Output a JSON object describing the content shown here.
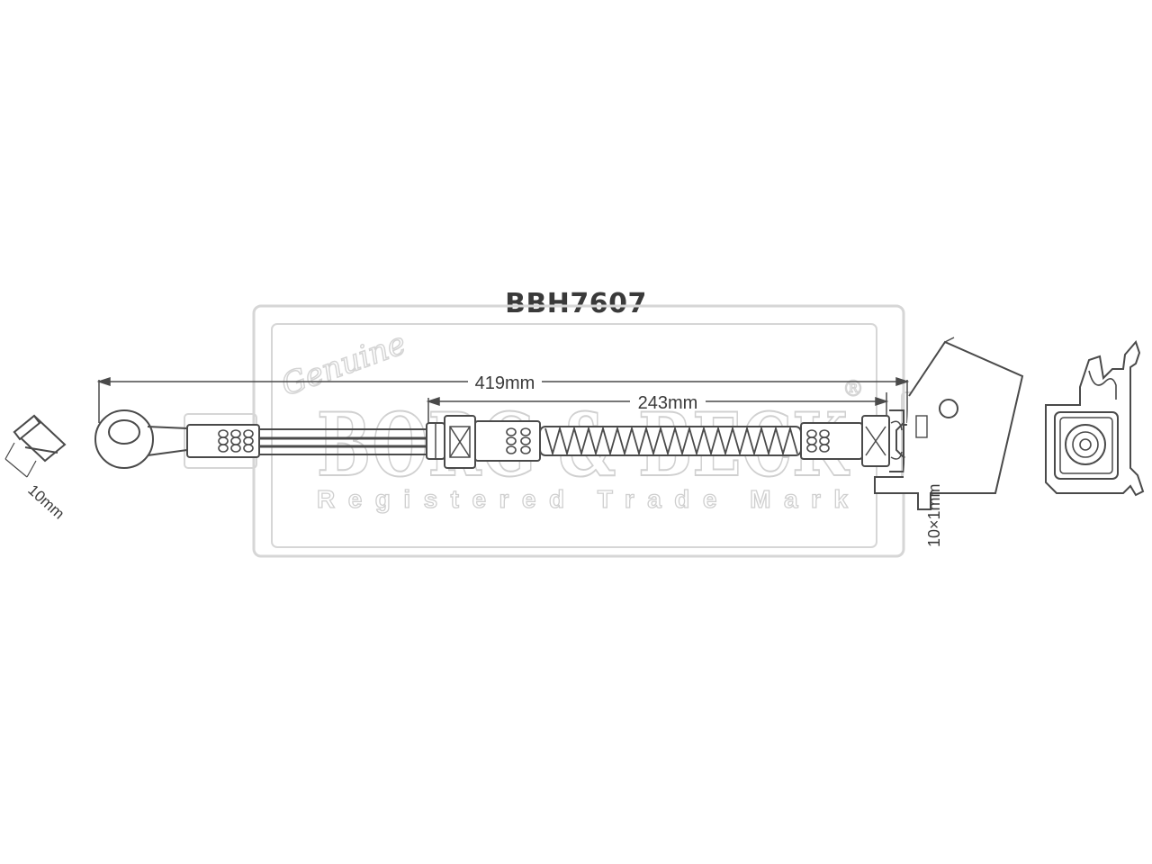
{
  "drawing": {
    "part_number": "BBH7607",
    "dimensions": {
      "overall_length": "419mm",
      "hose_length": "243mm",
      "banjo_width": "10mm",
      "thread": "10×1mm"
    }
  },
  "watermark": {
    "script_word": "Genuine",
    "brand": "BORG & BECK",
    "tagline": "Registered Trade Mark",
    "mark": "®"
  },
  "colors": {
    "line": "#4a4a4a",
    "watermark": "#d9d9d9",
    "text": "#3a3a3a"
  }
}
